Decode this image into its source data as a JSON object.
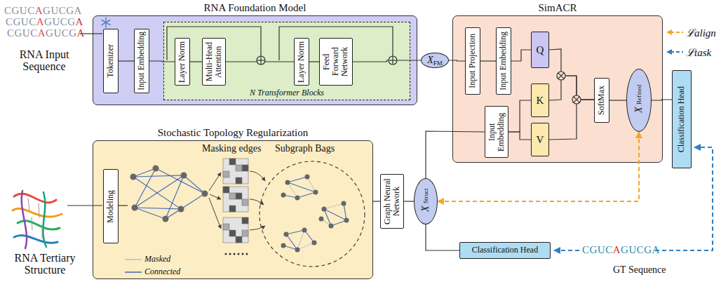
{
  "diagram": {
    "nodes": [
      {
        "text": [
          "RNA Foundation Model"
        ]
      },
      {
        "text": [
          "Tokenizer"
        ],
        "in": 0
      },
      {
        "text": [
          "Input Embedding"
        ],
        "in": 0
      },
      {
        "text": [
          "N Transformer Blocks"
        ],
        "in": 0
      },
      {
        "text": [
          "Layer Norm"
        ],
        "in": 3
      },
      {
        "text": [
          "Multi-Head Attention"
        ],
        "in": 3
      },
      {
        "text": [
          "Layer Norm"
        ],
        "in": 3
      },
      {
        "text": [
          "Feed Forward Network"
        ],
        "in": 3
      },
      {
        "text": [
          "X",
          "FM"
        ]
      },
      {
        "text": [
          "SimACR"
        ]
      },
      {
        "text": [
          "Input Projection"
        ],
        "in": 9
      },
      {
        "text": [
          "Input Embedding"
        ],
        "in": 9
      },
      {
        "text": [
          "Q"
        ],
        "in": 9
      },
      {
        "text": [
          "Input Embedding"
        ],
        "in": 9
      },
      {
        "text": [
          "K"
        ],
        "in": 9
      },
      {
        "text": [
          "V"
        ],
        "in": 9
      },
      {
        "text": [
          "SoftMax"
        ],
        "in": 9
      },
      {
        "text": [
          "X",
          "Refined"
        ],
        "in": 9
      },
      {
        "text": [
          "Classification Head"
        ]
      },
      {
        "text": [
          "Stochastic Topology Regularization"
        ]
      },
      {
        "text": [
          "Modeling"
        ],
        "in": 19
      },
      {
        "text": [
          "Graph Neural Network"
        ]
      },
      {
        "text": [
          "X",
          "Struct"
        ]
      },
      {
        "text": [
          "Classification Head"
        ]
      }
    ],
    "edges": [
      {
        "from": 1,
        "to": 2,
        "arrow": "none"
      },
      {
        "from": 2,
        "to": 4,
        "arrow": "none"
      },
      {
        "from": 4,
        "to": 5,
        "arrow": "none"
      },
      {
        "from": 5,
        "to": 6,
        "arrow": "none"
      },
      {
        "from": 6,
        "to": 7,
        "arrow": "none"
      },
      {
        "from": 7,
        "to": 8,
        "arrow": "none"
      },
      {
        "from": 8,
        "to": 10,
        "arrow": "none"
      },
      {
        "from": 10,
        "to": 11,
        "arrow": "none"
      },
      {
        "from": 11,
        "to": 12,
        "arrow": "none"
      },
      {
        "from": 13,
        "to": 14,
        "arrow": "none"
      },
      {
        "from": 13,
        "to": 15,
        "arrow": "none"
      },
      {
        "from": 12,
        "to": 16,
        "arrow": "none"
      },
      {
        "from": 14,
        "to": 16,
        "arrow": "none"
      },
      {
        "from": 15,
        "to": 16,
        "arrow": "none"
      },
      {
        "from": 16,
        "to": 17,
        "arrow": "none"
      },
      {
        "from": 17,
        "to": 18,
        "arrow": "none"
      },
      {
        "from": 19,
        "to": 21,
        "arrow": "none"
      },
      {
        "from": 21,
        "to": 22,
        "arrow": "none"
      },
      {
        "from": 22,
        "to": 13,
        "arrow": "none"
      },
      {
        "from": 22,
        "to": 23,
        "arrow": "none"
      },
      {
        "from": 17,
        "to": 22,
        "arrow": "both"
      }
    ],
    "labels": [
      "CGUCAGUCGA",
      "CGUCAGUCGA",
      "CGUCAGUCGA",
      "RNA Input Sequence",
      "RNA Tertiary Structure",
      "Masking edges",
      "Subgraph Bags",
      "CGUCAGUCGA",
      "GT Sequence"
    ],
    "legend": [
      {
        "text": "ℒalign"
      },
      {
        "text": "ℒtask"
      },
      {
        "text": "Masked"
      },
      {
        "text": "Connected"
      }
    ]
  }
}
